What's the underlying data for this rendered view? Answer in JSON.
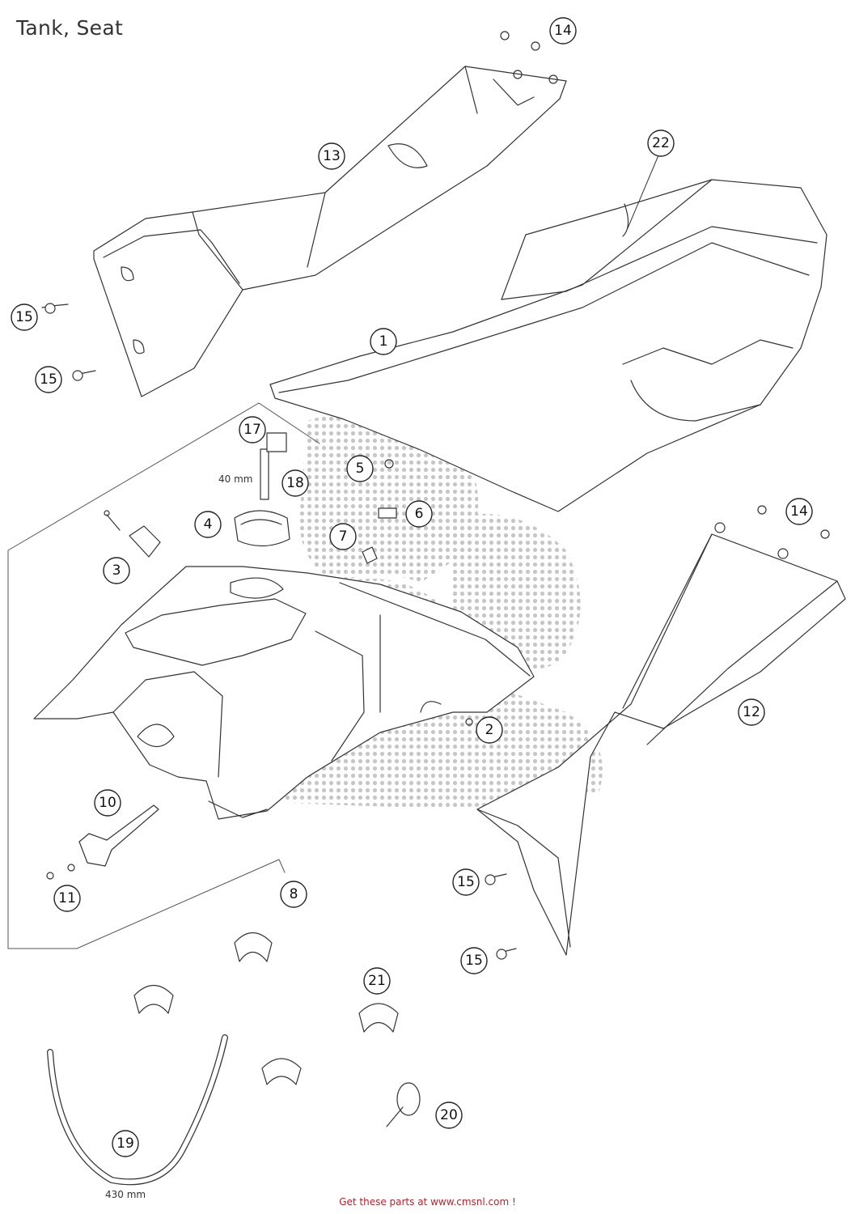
{
  "title": "Tank, Seat",
  "footer": "Get these parts at www.cmsnl.com !",
  "dimensions": {
    "vent_hose_length": "40 mm",
    "fuel_hose_length": "430 mm"
  },
  "callouts": [
    "1",
    "2",
    "3",
    "4",
    "5",
    "6",
    "7",
    "8",
    "10",
    "11",
    "12",
    "13",
    "14",
    "14",
    "15",
    "15",
    "15",
    "15",
    "17",
    "18",
    "19",
    "20",
    "21",
    "22"
  ],
  "colors": {
    "line": "#333333",
    "watermark": "#bdbdbd",
    "footer": "#c0202a"
  }
}
